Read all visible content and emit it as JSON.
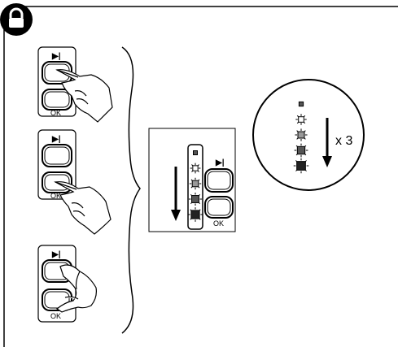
{
  "colors": {
    "ink": "#000000",
    "paper": "#ffffff",
    "panel_fill": "#ffffff",
    "led_dark": "#222222",
    "led_mid": "#555555",
    "led_light": "#999999"
  },
  "icons": {
    "lock": "lock-icon",
    "next": "skip-next-icon",
    "hand": "pointing-hand-icon",
    "arrow": "down-arrow-icon"
  },
  "panels": [
    {
      "top_label": "▶|",
      "bottom_label": "OK",
      "pressed": "top"
    },
    {
      "top_label": "▶|",
      "bottom_label": "OK",
      "pressed": "bottom"
    },
    {
      "top_label": "▶|",
      "bottom_label": "OK",
      "pressed": "both"
    }
  ],
  "result_panel": {
    "top_label": "▶|",
    "bottom_label": "OK",
    "led_levels": 5
  },
  "repeat": {
    "text": "x 3",
    "led_levels": 5
  }
}
